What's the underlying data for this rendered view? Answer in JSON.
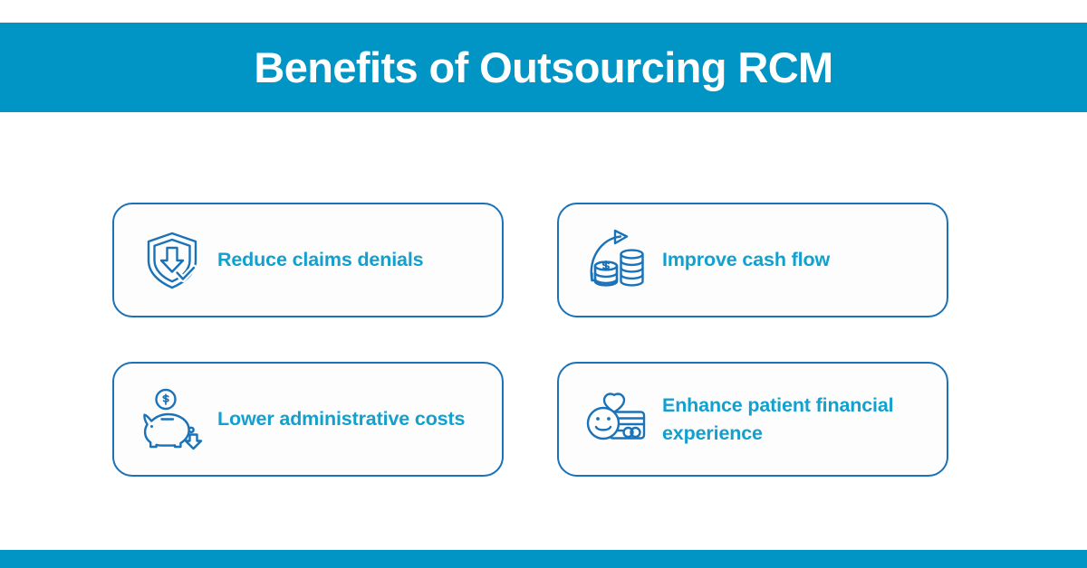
{
  "header": {
    "title": "Benefits of Outsourcing RCM",
    "bar_color": "#0095c4",
    "title_color": "#ffffff"
  },
  "footer": {
    "bar_color": "#0095c4"
  },
  "theme": {
    "page_background": "#ffffff",
    "card_background": "#fdfdfe",
    "card_border_color": "#1a72b8",
    "icon_color": "#1a72b8",
    "label_color": "#12a0ce"
  },
  "cards": [
    {
      "label": "Reduce claims denials",
      "icon": "shield-down-arrow-check-icon"
    },
    {
      "label": "Improve cash flow",
      "icon": "coin-stacks-up-arrow-icon"
    },
    {
      "label": "Lower administrative costs",
      "icon": "piggy-bank-down-arrow-icon"
    },
    {
      "label": "Enhance patient financial experience",
      "icon": "smiley-heart-credit-card-icon"
    }
  ]
}
